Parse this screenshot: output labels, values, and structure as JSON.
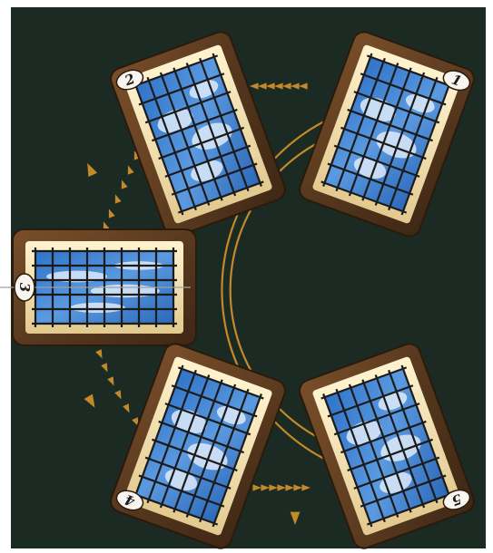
{
  "board": {
    "background_color": "#1b2b23",
    "arrow_color": "#c4892a",
    "frame_color": "#5a3a1f",
    "grid_color": "#1b1b1b",
    "sky_color": "#3f86d6",
    "cloud_color": "#e6f0fb"
  },
  "windows": [
    {
      "number": "1"
    },
    {
      "number": "2"
    },
    {
      "number": "3"
    },
    {
      "number": "4"
    },
    {
      "number": "5"
    }
  ],
  "flow": {
    "description_icons": [
      "arrow-icon"
    ]
  }
}
